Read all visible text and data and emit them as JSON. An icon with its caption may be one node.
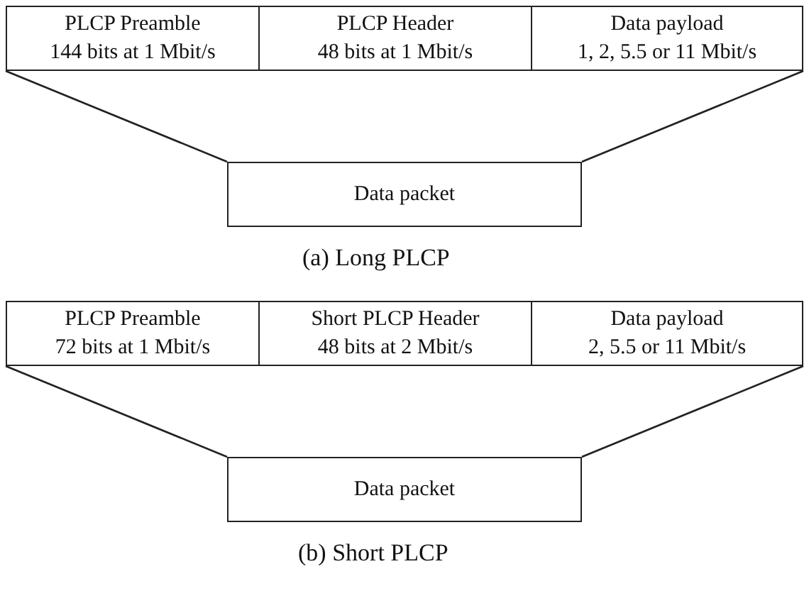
{
  "diagram": {
    "nodes": [
      {
        "text": [],
        "shape": "box"
      },
      {
        "text": [
          "PLCP Preamble",
          "144 bits at 1 Mbit/s"
        ],
        "in": 0
      },
      {
        "text": [
          "PLCP Header",
          "48 bits at 1 Mbit/s"
        ],
        "in": 0
      },
      {
        "text": [
          "Data payload",
          "1, 2, 5.5 or 11 Mbit/s"
        ],
        "in": 0
      },
      {
        "text": [
          "Data packet"
        ]
      },
      {
        "text": [],
        "shape": "box"
      },
      {
        "text": [
          "PLCP Preamble",
          "72 bits at 1 Mbit/s"
        ],
        "in": 5
      },
      {
        "text": [
          "Short PLCP Header",
          "48 bits at 2 Mbit/s"
        ],
        "in": 5
      },
      {
        "text": [
          "Data payload",
          "2, 5.5 or 11 Mbit/s"
        ],
        "in": 5
      },
      {
        "text": [
          "Data packet"
        ]
      }
    ],
    "edges": [
      {
        "from": 0,
        "to": 4,
        "arrow": "none"
      },
      {
        "from": 0,
        "to": 4,
        "arrow": "none"
      },
      {
        "from": 5,
        "to": 9,
        "arrow": "none"
      },
      {
        "from": 5,
        "to": 9,
        "arrow": "none"
      }
    ],
    "labels": [
      "(a) Long PLCP",
      "(b) Short PLCP"
    ]
  }
}
